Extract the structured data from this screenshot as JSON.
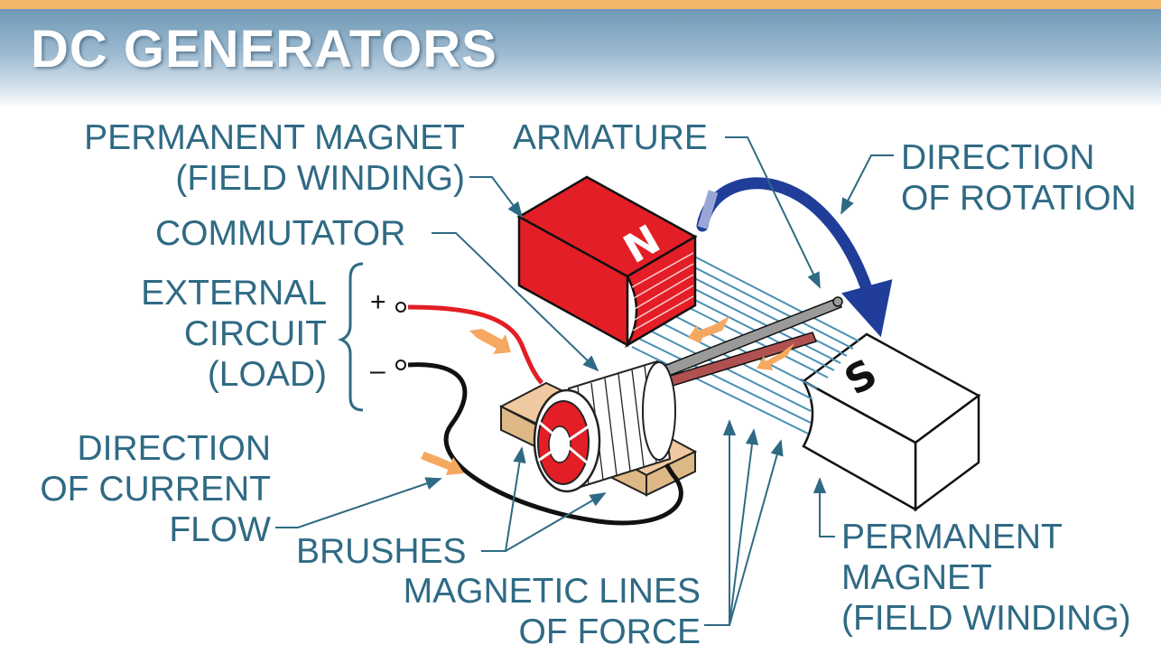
{
  "title": "DC GENERATORS",
  "colors": {
    "label_text": "#2f6a84",
    "top_bar": "#f2b66a",
    "north_magnet": "#e41e26",
    "field_lines": "#4a8fb5",
    "rotation_arrow": "#1f3d99",
    "current_arrow": "#f5a860",
    "brush": "#deb887",
    "wire_positive": "#e31e24",
    "wire_negative": "#111111"
  },
  "labels": {
    "permanent_magnet_left": [
      "PERMANENT MAGNET",
      "(FIELD WINDING)"
    ],
    "armature": "ARMATURE",
    "direction_of_rotation": [
      "DIRECTION",
      "OF ROTATION"
    ],
    "commutator": "COMMUTATOR",
    "external_circuit": [
      "EXTERNAL",
      "CIRCUIT",
      "(LOAD)"
    ],
    "direction_of_current": [
      "DIRECTION",
      "OF CURRENT",
      "FLOW"
    ],
    "brushes": "BRUSHES",
    "magnetic_lines": [
      "MAGNETIC LINES",
      "OF FORCE"
    ],
    "permanent_magnet_right": [
      "PERMANENT",
      "MAGNET",
      "(FIELD WINDING)"
    ],
    "plus": "+",
    "minus": "–",
    "north": "N",
    "south": "S"
  }
}
